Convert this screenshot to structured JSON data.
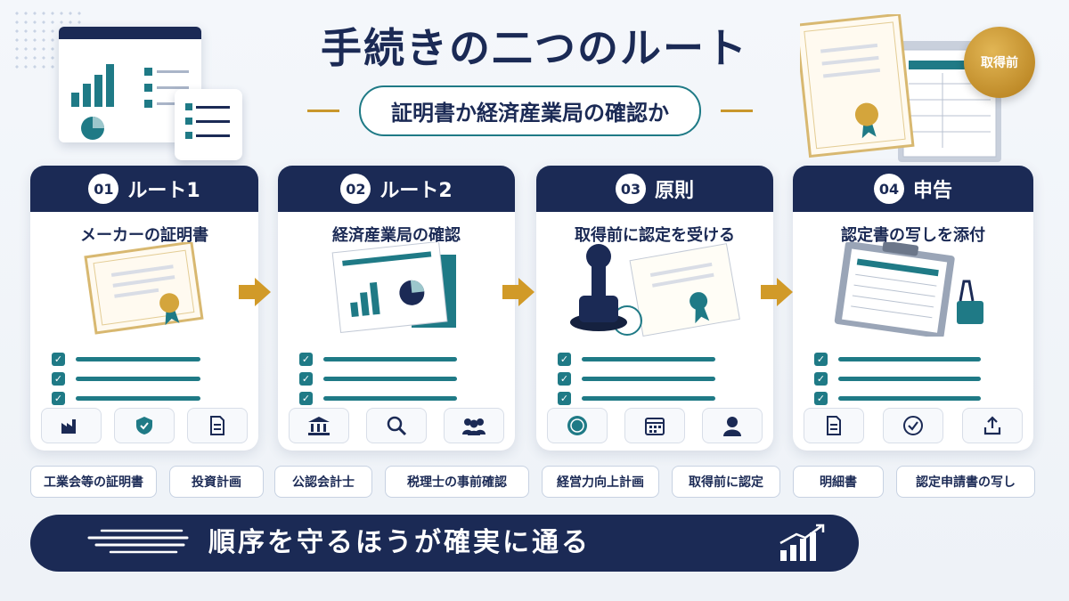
{
  "header": {
    "title": "手続きの二つのルート",
    "subtitle": "証明書か経済産業局の確認か",
    "badge": "取得前"
  },
  "colors": {
    "navy": "#1b2a55",
    "teal": "#1f7a86",
    "gold": "#c9972c"
  },
  "cards": [
    {
      "number": "01",
      "heading": "ルート1",
      "subtitle": "メーカーの証明書",
      "illustration": "certificate-with-seal",
      "icons": [
        "factory-icon",
        "shield-check-icon",
        "document-icon"
      ]
    },
    {
      "number": "02",
      "heading": "ルート2",
      "subtitle": "経済産業局の確認",
      "illustration": "report-with-charts",
      "icons": [
        "bank-icon",
        "search-icon",
        "people-icon"
      ]
    },
    {
      "number": "03",
      "heading": "原則",
      "subtitle": "取得前に認定を受ける",
      "illustration": "stamp-and-certificate",
      "icons": [
        "seal-icon",
        "calendar-icon",
        "person-icon"
      ]
    },
    {
      "number": "04",
      "heading": "申告",
      "subtitle": "認定書の写しを添付",
      "illustration": "clipboard-with-clip",
      "icons": [
        "document-icon",
        "check-circle-icon",
        "upload-icon"
      ]
    }
  ],
  "tags": [
    "工業会等の証明書",
    "投資計画",
    "公認会計士",
    "税理士の事前確認",
    "経営力向上計画",
    "取得前に認定",
    "明細書",
    "認定申請書の写し"
  ],
  "banner": {
    "text": "順序を守るほうが確実に通る"
  }
}
